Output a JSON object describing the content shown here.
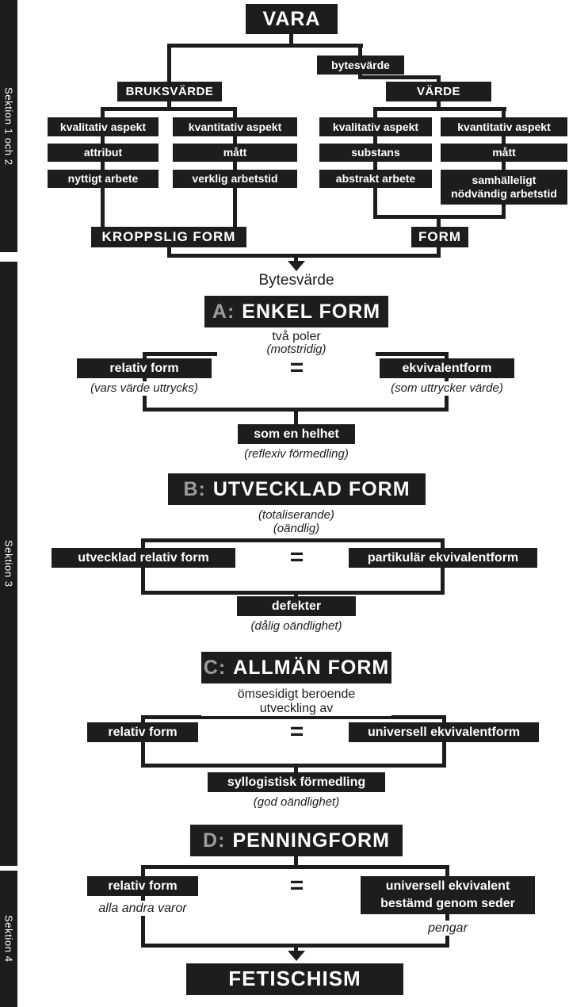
{
  "sidebar": {
    "sections": [
      "Sektion 1 och 2",
      "Sektion 3",
      "Sektion 4"
    ]
  },
  "tree": {
    "vara": "VARA",
    "bytesvarde_tag": "bytesvärde",
    "bruksvarde": "BRUKSVÄRDE",
    "varde": "VÄRDE",
    "bruksvarde_qualitative": [
      "kvalitativ aspekt",
      "attribut",
      "nyttigt arbete"
    ],
    "bruksvarde_quantitative": [
      "kvantitativ aspekt",
      "mått",
      "verklig arbetstid"
    ],
    "varde_qualitative": [
      "kvalitativ aspekt",
      "substans",
      "abstrakt arbete"
    ],
    "varde_quantitative": [
      "kvantitativ aspekt",
      "mått",
      "samhälleligt nödvändig arbetstid"
    ],
    "kroppslig_form": "KROPPSLIG FORM",
    "form": "FORM",
    "bytesvarde_caption": "Bytesvärde"
  },
  "form_a": {
    "prefix": "A:",
    "title": "ENKEL FORM",
    "note_top_1": "två poler",
    "note_top_2": "(motstridig)",
    "left": "relativ form",
    "left_note": "(vars värde uttrycks)",
    "equals": "=",
    "right": "ekvivalentform",
    "right_note": "(som uttrycker värde)",
    "merge": "som en helhet",
    "merge_note": "(reflexiv förmedling)"
  },
  "form_b": {
    "prefix": "B:",
    "title": "UTVECKLAD FORM",
    "note_top_1": "(totaliserande)",
    "note_top_2": "(oändlig)",
    "left": "utvecklad relativ form",
    "equals": "=",
    "right": "partikulär ekvivalentform",
    "merge": "defekter",
    "merge_note": "(dålig oändlighet)"
  },
  "form_c": {
    "prefix": "C:",
    "title": "ALLMÄN FORM",
    "note_top_1": "ömsesidigt beroende",
    "note_top_2": "utveckling av",
    "left": "relativ form",
    "equals": "=",
    "right": "universell ekvivalentform",
    "merge": "syllogistisk förmedling",
    "merge_note": "(god oändlighet)"
  },
  "form_d": {
    "prefix": "D:",
    "title": "PENNINGFORM",
    "left": "relativ form",
    "left_note": "alla andra varor",
    "equals": "=",
    "right_line1": "universell ekvivalent",
    "right_line2": "bestämd genom seder",
    "right_note": "pengar"
  },
  "fetischism": "FETISCHISM",
  "colors": {
    "ink": "#1d1d1b",
    "paper": "#ffffff"
  }
}
